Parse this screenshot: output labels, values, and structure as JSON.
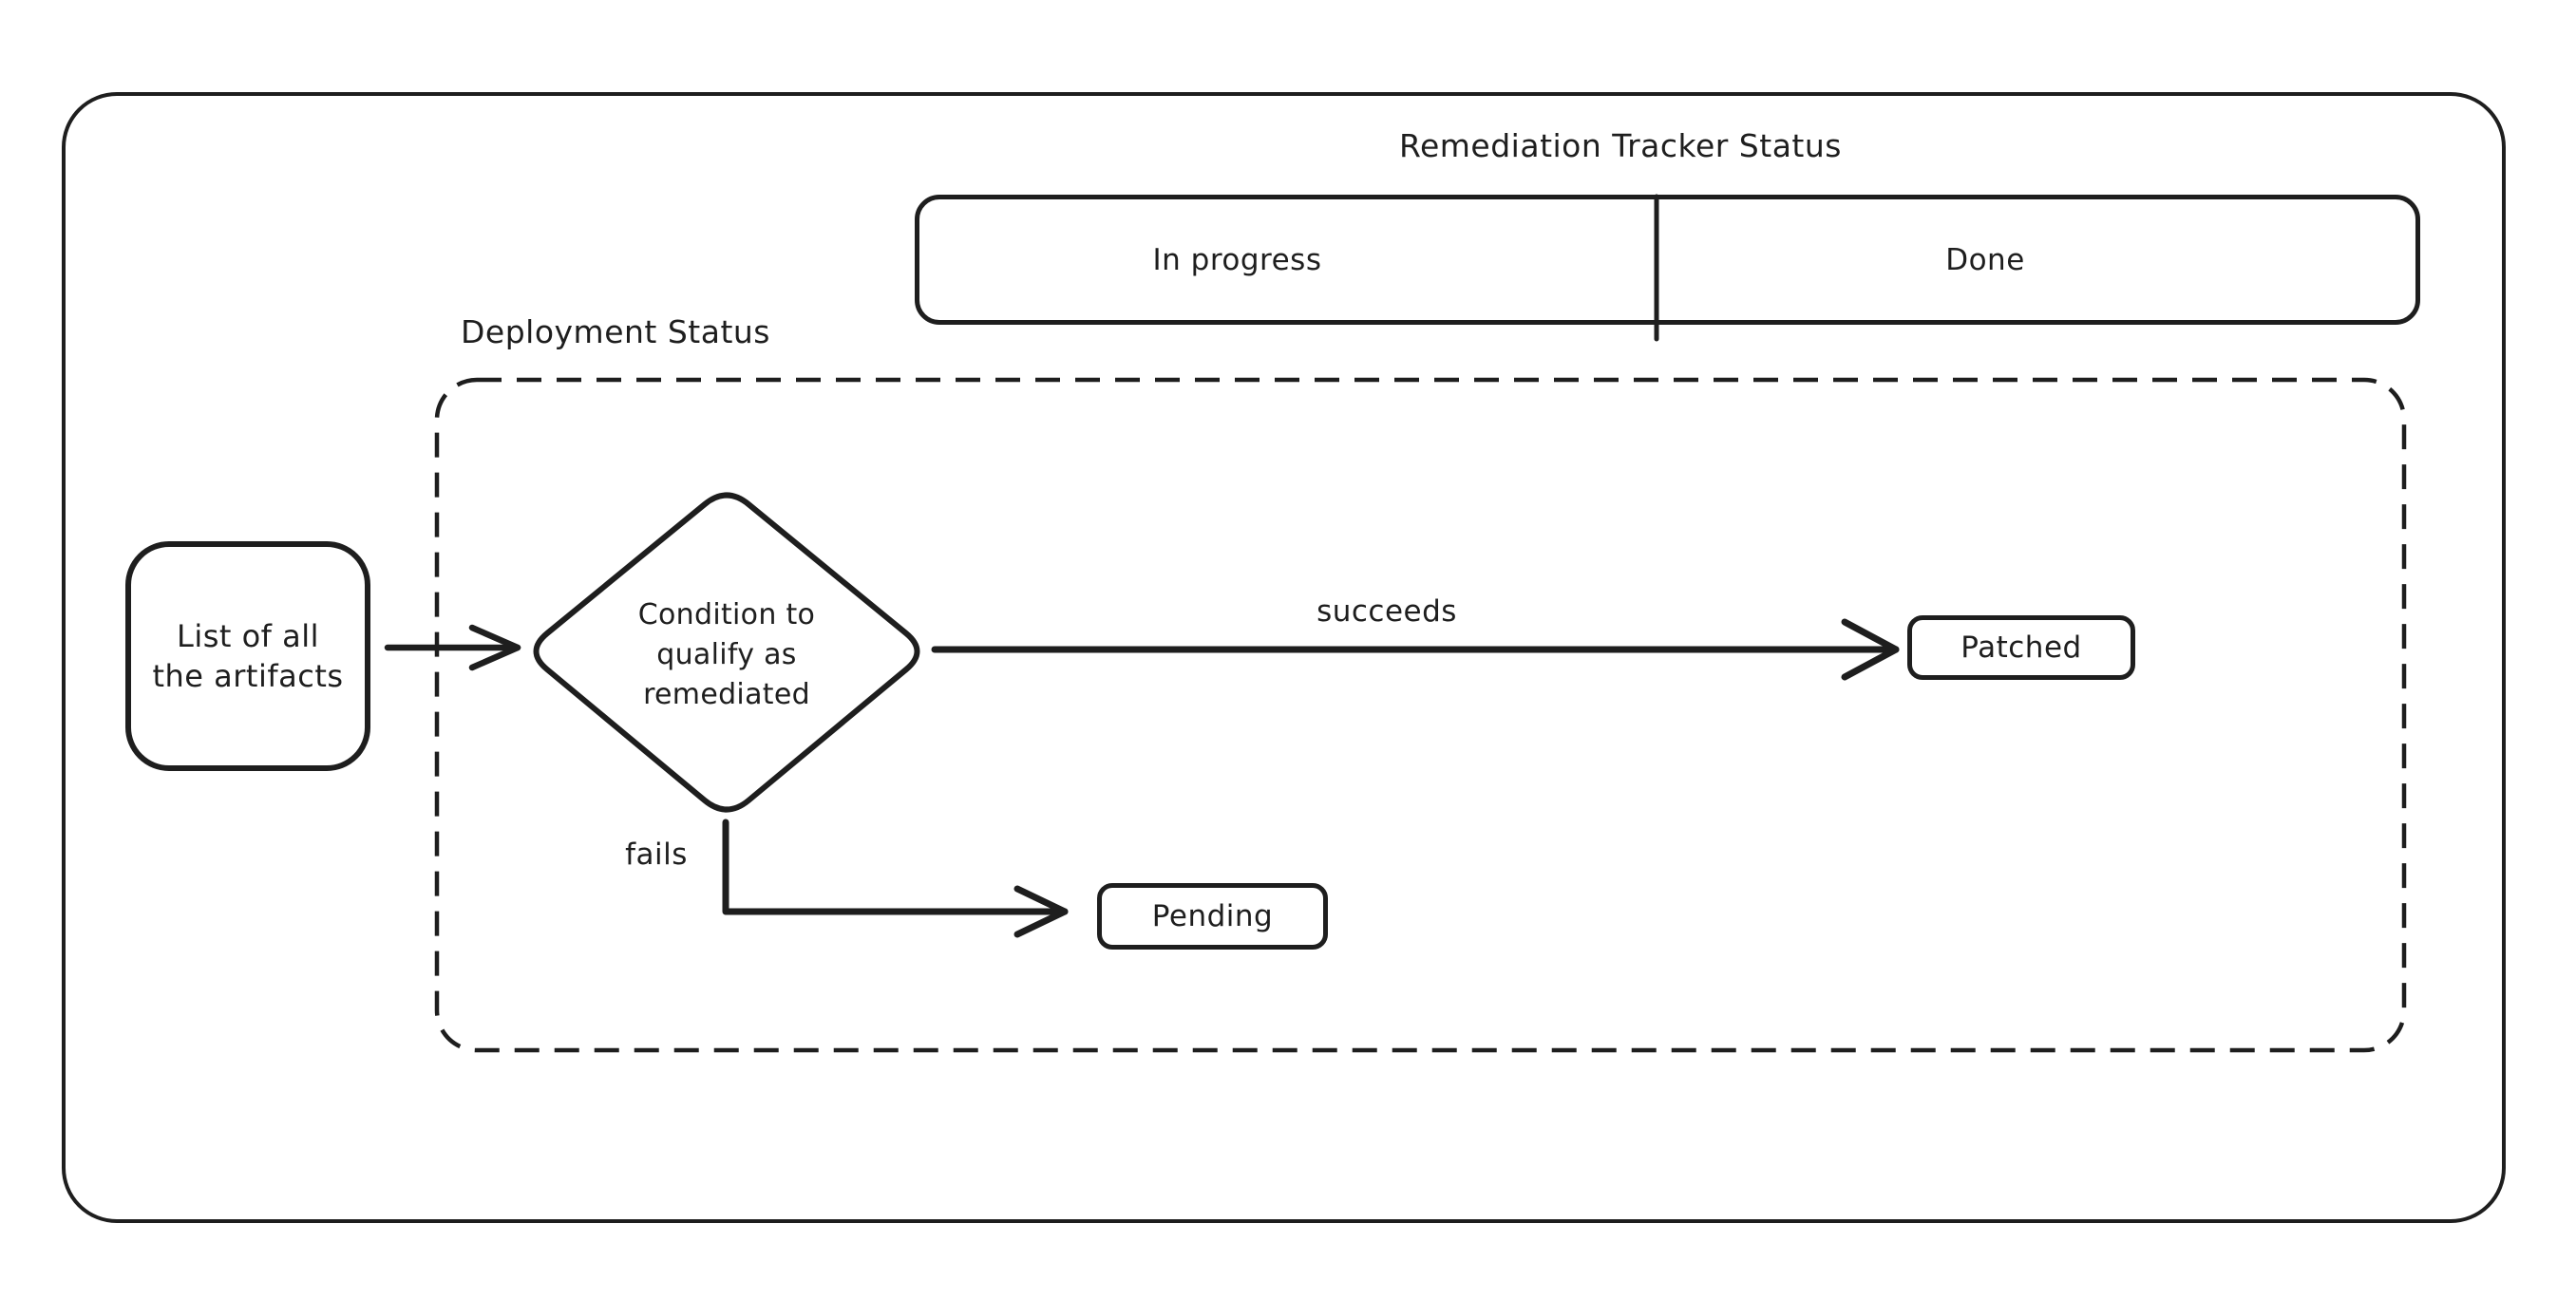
{
  "colors": {
    "stroke": "#1e1e1e",
    "background": "#ffffff"
  },
  "title": "Remediation Tracker Status",
  "tracker_bar": {
    "in_progress_label": "In progress",
    "done_label": "Done"
  },
  "deployment_region": {
    "label": "Deployment Status"
  },
  "nodes": {
    "artifacts_list": {
      "line1": "List of all",
      "line2": "the artifacts"
    },
    "condition": {
      "line1": "Condition to",
      "line2": "qualify as",
      "line3": "remediated"
    },
    "patched": {
      "label": "Patched"
    },
    "pending": {
      "label": "Pending"
    }
  },
  "edge_labels": {
    "succeeds": "succeeds",
    "fails": "fails"
  }
}
